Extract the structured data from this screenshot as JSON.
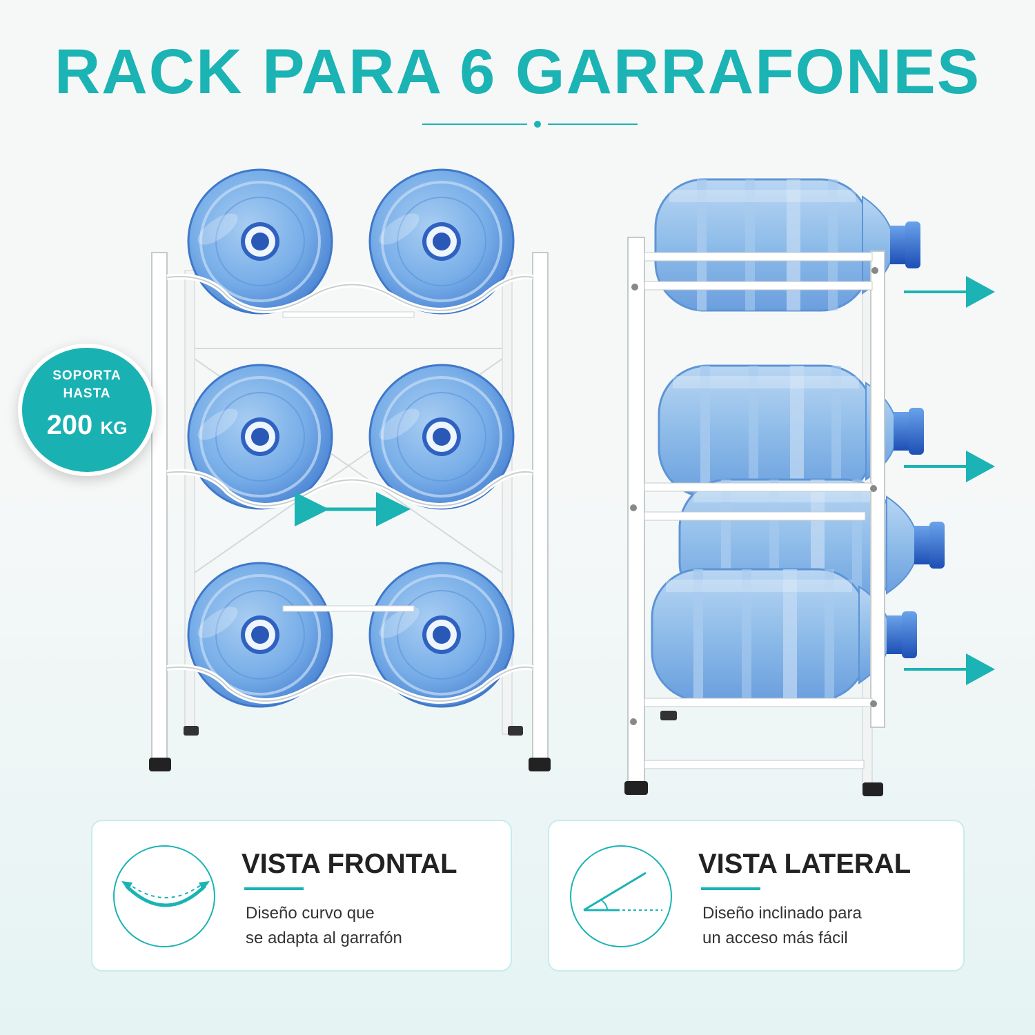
{
  "header": {
    "title": "RACK PARA 6 GARRAFONES"
  },
  "badge": {
    "line1": "SOPORTA",
    "line2": "HASTA",
    "value": "200",
    "unit": "KG"
  },
  "colors": {
    "accent": "#1bb3b3",
    "bottle": "#5a92dc",
    "rack": "#ffffff"
  },
  "cards": [
    {
      "title": "VISTA FRONTAL",
      "desc_line1": "Diseño curvo que",
      "desc_line2": "se adapta al garrafón",
      "icon": "curve-cradle-icon"
    },
    {
      "title": "VISTA LATERAL",
      "desc_line1": "Diseño inclinado para",
      "desc_line2": "un acceso más fácil",
      "icon": "incline-angle-icon"
    }
  ]
}
